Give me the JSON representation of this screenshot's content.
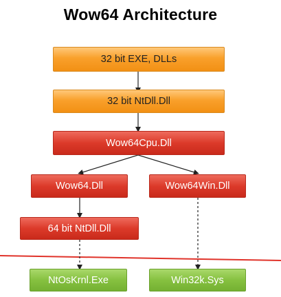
{
  "title": "Wow64 Architecture",
  "nodes": {
    "exe_dlls": "32 bit EXE, DLLs",
    "ntdll32": "32 bit NtDll.Dll",
    "wow64cpu": "Wow64Cpu.Dll",
    "wow64": "Wow64.Dll",
    "wow64win": "Wow64Win.Dll",
    "ntdll64": "64 bit NtDll.Dll",
    "ntoskrnl": "NtOsKrnl.Exe",
    "win32k": "Win32k.Sys"
  },
  "colors": {
    "user_mode_32": "#f7941d",
    "thunk_layer": "#dc3a2a",
    "kernel": "#86c140",
    "boundary_line": "#e0332a"
  }
}
